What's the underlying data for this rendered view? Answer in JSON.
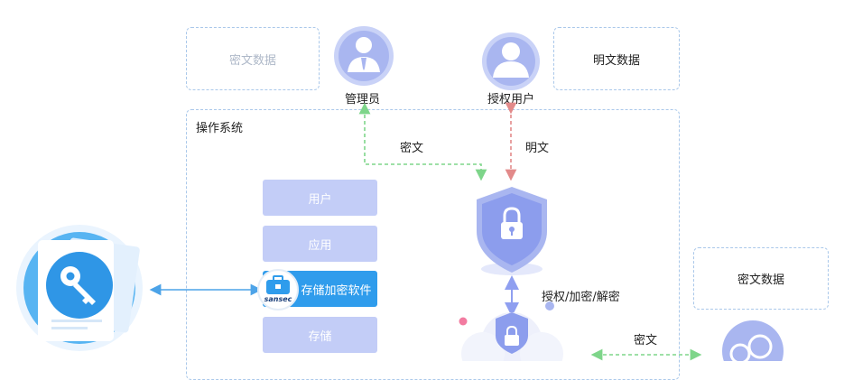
{
  "top_left_box": "密文数据",
  "top_right_box": "明文数据",
  "right_box": "密文数据",
  "admin": {
    "label": "管理员"
  },
  "user": {
    "label": "授权用户"
  },
  "os_label": "操作系统",
  "arrow_labels": {
    "ciphertext_admin": "密文",
    "plaintext_user": "明文",
    "auth_encrypt_decrypt": "授权/加密/解密",
    "ciphertext_cloud": "密文"
  },
  "layers": [
    {
      "label": "用户"
    },
    {
      "label": "应用"
    },
    {
      "label": "存储加密软件",
      "badge": "sansec"
    },
    {
      "label": "存储"
    }
  ],
  "colors": {
    "dashed_border": "#aac8ea",
    "layer_fill": "#c3cdf7",
    "layer_active": "#2f9cec",
    "green_arrow": "#7ed58a",
    "red_arrow": "#e28a8a",
    "blue_arrow": "#4ca3e8"
  },
  "icons": [
    "admin-avatar-icon",
    "user-avatar-icon",
    "shield-lock-icon",
    "cloud-lock-icon",
    "document-key-icon",
    "cloud-users-icon"
  ]
}
